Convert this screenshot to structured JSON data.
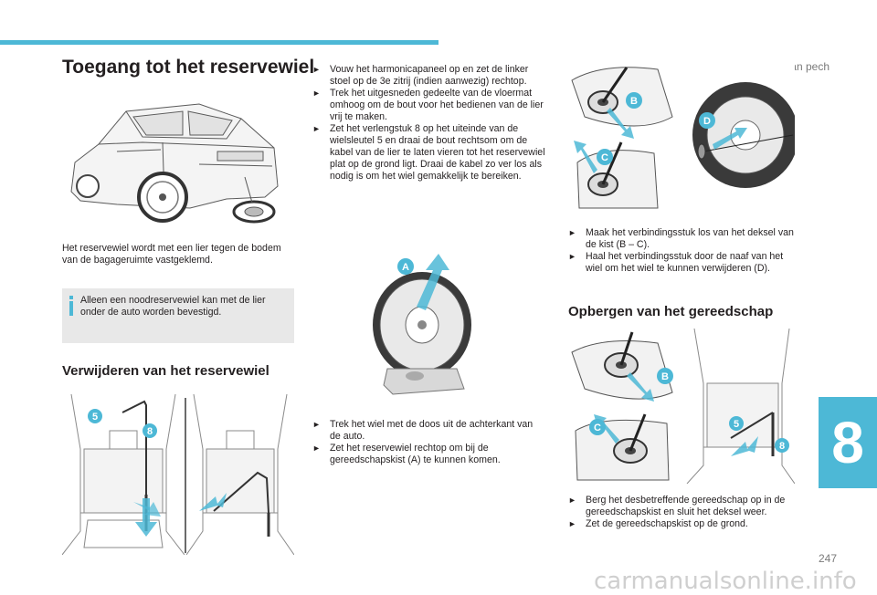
{
  "header": {
    "chapter": "In geval van pech"
  },
  "page_number": "247",
  "chapter_tab": "8",
  "title": "Toegang tot het reservewiel",
  "intro": "Het reservewiel wordt met een lier tegen de bodem van de bagageruimte vastgeklemd.",
  "note": "Alleen een noodreservewiel kan met de lier onder de auto worden bevestigd.",
  "section_remove": {
    "heading": "Verwijderen van het reservewiel",
    "steps1": [
      "Vouw het harmonicapaneel op en zet de linker stoel op de 3e zitrij (indien aanwezig) rechtop.",
      "Trek het uitgesneden gedeelte van de vloermat omhoog om de bout voor het bedienen van de lier vrij te maken.",
      "Zet het verlengstuk 8 op het uiteinde van de wielsleutel 5 en draai de bout rechtsom om de kabel van de lier te laten vieren tot het reservewiel plat op de grond ligt. Draai de kabel zo ver los als nodig is om het wiel gemakkelijk te bereiken."
    ],
    "steps2": [
      "Trek het wiel met de doos uit de achterkant van de auto.",
      "Zet het reservewiel rechtop om bij de gereedschapskist (A) te kunnen komen."
    ],
    "steps3": [
      "Maak het verbindingsstuk los van het deksel van de kist (B – C).",
      "Haal het verbindingsstuk door de naaf van het wiel om het wiel te kunnen verwijderen (D)."
    ]
  },
  "section_store": {
    "heading": "Opbergen van het gereedschap",
    "steps": [
      "Berg het desbetreffende gereedschap op in de gereedschapskist en sluit het deksel weer.",
      "Zet de gereedschapskist op de grond."
    ]
  },
  "figure_labels": {
    "five": "5",
    "eight": "8",
    "a": "A",
    "b": "B",
    "c": "C",
    "d": "D"
  },
  "watermark": "carmanualsonline.info",
  "colors": {
    "accent": "#4db8d6",
    "note_bg": "#e8e8e8",
    "text": "#231f20"
  }
}
